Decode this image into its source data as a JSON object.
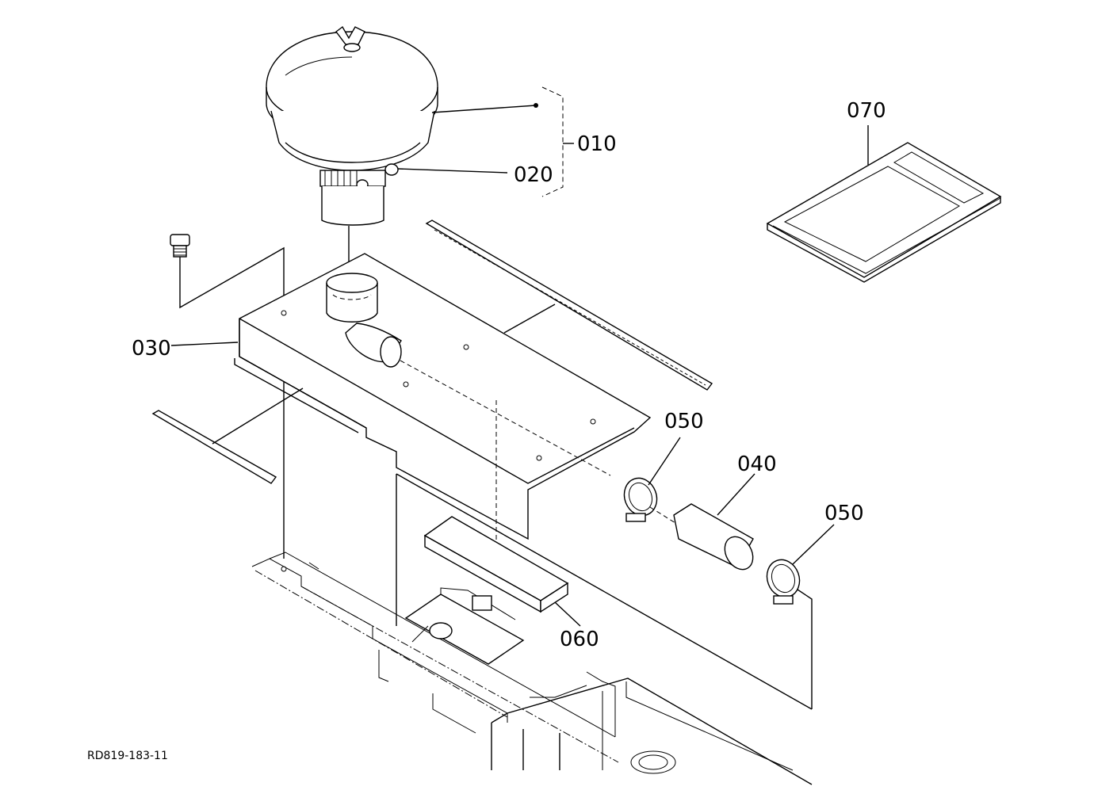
{
  "callouts": {
    "c010": "010",
    "c020": "020",
    "c030": "030",
    "c040": "040",
    "c050a": "050",
    "c050b": "050",
    "c060": "060",
    "c070": "070"
  },
  "drawing_code": "RD819-183-11"
}
